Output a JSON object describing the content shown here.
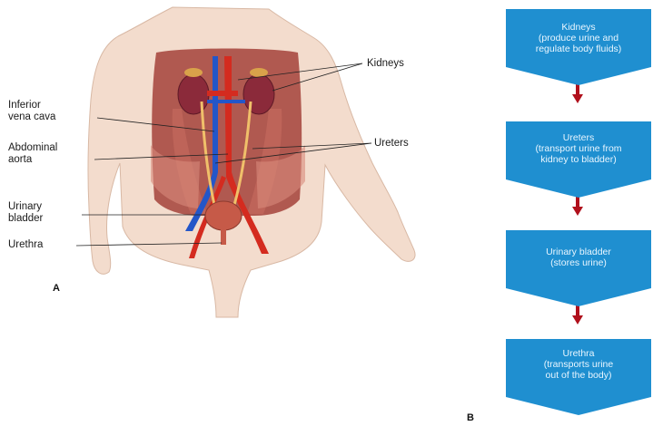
{
  "panel_a": {
    "letter": "A",
    "labels": {
      "kidneys": "Kidneys",
      "ivc_line1": "Inferior",
      "ivc_line2": "vena cava",
      "aorta_line1": "Abdominal",
      "aorta_line2": "aorta",
      "ureters": "Ureters",
      "bladder_line1": "Urinary",
      "bladder_line2": "bladder",
      "urethra": "Urethra"
    }
  },
  "panel_b": {
    "letter": "B",
    "steps": [
      {
        "title": "Kidneys",
        "desc1": "(produce urine and",
        "desc2": "regulate body fluids)"
      },
      {
        "title": "Ureters",
        "desc1": "(transport urine from",
        "desc2": "kidney to bladder)"
      },
      {
        "title": "Urinary bladder",
        "desc1": "(stores urine)",
        "desc2": ""
      },
      {
        "title": "Urethra",
        "desc1": "(transports urine",
        "desc2": "out of the body)"
      }
    ]
  },
  "colors": {
    "box_fill": "#1f8fd0",
    "arrow": "#b0101c",
    "skin": "#f1d7c6",
    "muscle": "#a8463f",
    "kidney": "#8b2a3a",
    "aorta": "#d42b1f",
    "vena_cava": "#2456c8",
    "ureter": "#f0c06a"
  }
}
